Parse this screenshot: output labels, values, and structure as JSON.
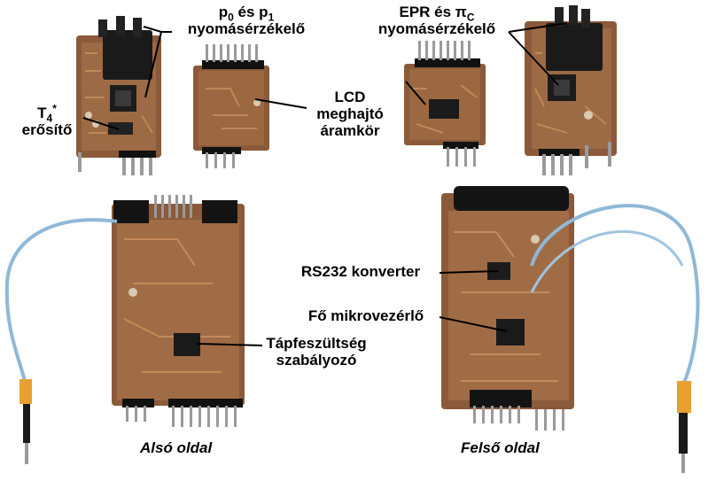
{
  "labels": {
    "p_sensor_line1_prefix": "p",
    "p_sensor_line1_sub0": "0",
    "p_sensor_line1_mid": " és p",
    "p_sensor_line1_sub1": "1",
    "p_sensor_line2": "nyomásérzékelő",
    "t4_main": "T",
    "t4_sub": "4",
    "t4_sup": "*",
    "t4_line2": "erősítő",
    "lcd_line1": "LCD",
    "lcd_line2": "meghajtó",
    "lcd_line3": "áramkör",
    "epr_line1_prefix": "EPR és π",
    "epr_line1_sub": "C",
    "epr_line2": "nyomásérzékelő",
    "rs232": "RS232 konverter",
    "mcu": "Fő mikrovezérlő",
    "psu_line1": "Tápfeszültség",
    "psu_line2": "szabályozó"
  },
  "captions": {
    "bottom_side": "Alsó oldal",
    "top_side": "Felső oldal"
  },
  "colors": {
    "pcb": "#8a5a3a",
    "pcb_dark": "#5c3a24",
    "copper": "#b07a4e",
    "connector": "#141414",
    "pin": "#9a9a9a",
    "cable_blue": "#8fb8d8",
    "orange_tube": "#e8a030"
  }
}
